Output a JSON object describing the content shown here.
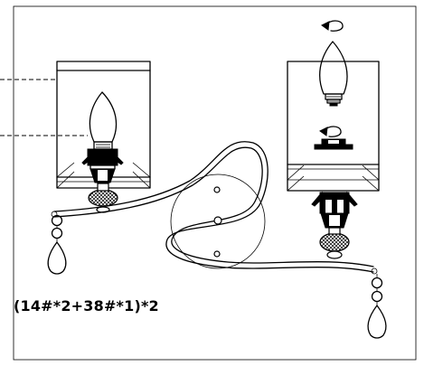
{
  "diagram": {
    "caption": "(14#*2+38#*1)*2",
    "steps": [
      {
        "id": "unscrew-bulb",
        "icon": "rotate-counterclockwise-icon"
      },
      {
        "id": "unscrew-cap",
        "icon": "rotate-counterclockwise-icon"
      }
    ],
    "parts": [
      "lamp-shade-left",
      "candle-bulb-left",
      "lamp-shade-right",
      "candle-bulb-right",
      "curved-arm",
      "wall-plate",
      "crystal-drop-left",
      "crystal-drop-right"
    ]
  }
}
